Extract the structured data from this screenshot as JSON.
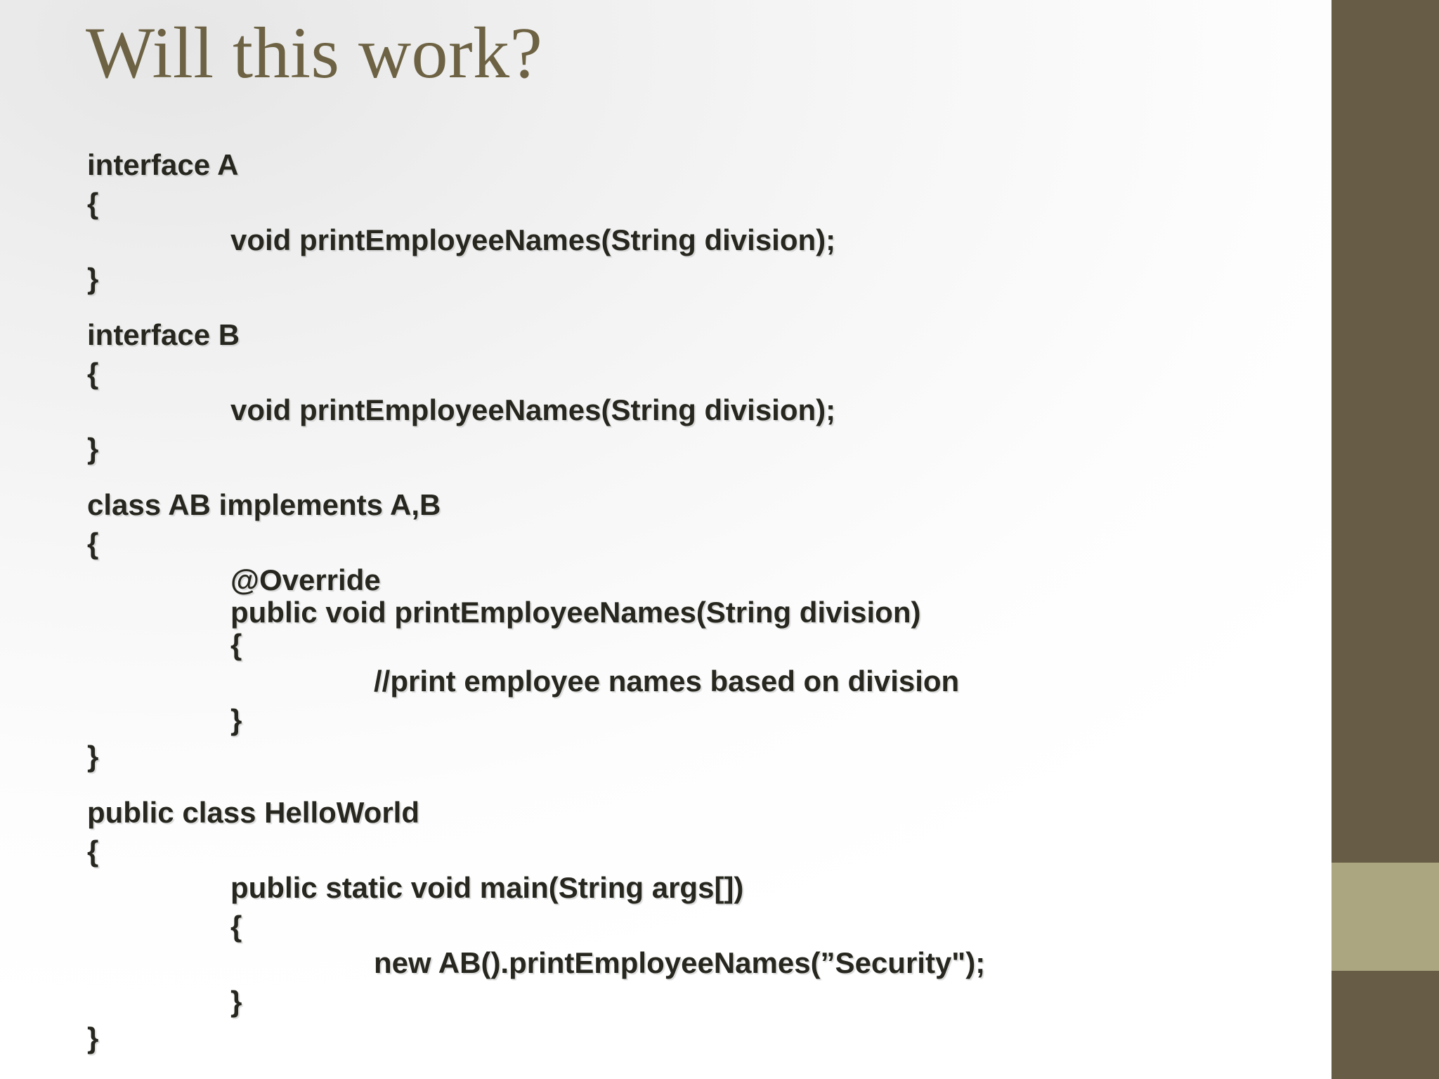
{
  "slide": {
    "title": "Will this work?",
    "title_color": "#6d6243",
    "body_text_color": "#27271f",
    "background_color": "#ffffff"
  },
  "sidebar": {
    "bar_dark_color": "#675c46",
    "bar_light_color": "#aba680"
  },
  "code": {
    "language": "java",
    "lines": [
      {
        "indent": 0,
        "text": "interface A"
      },
      {
        "indent": 0,
        "text": "{"
      },
      {
        "indent": 1,
        "text": "void printEmployeeNames(String division);"
      },
      {
        "indent": 0,
        "text": "}"
      },
      {
        "indent": 0,
        "text": ""
      },
      {
        "indent": 0,
        "text": "interface B"
      },
      {
        "indent": 0,
        "text": "{"
      },
      {
        "indent": 1,
        "text": "void printEmployeeNames(String division);"
      },
      {
        "indent": 0,
        "text": "}"
      },
      {
        "indent": 0,
        "text": ""
      },
      {
        "indent": 0,
        "text": "class AB implements A,B"
      },
      {
        "indent": 0,
        "text": "{"
      },
      {
        "indent": 1,
        "text": "@Override"
      },
      {
        "indent": 1,
        "text": "public void printEmployeeNames(String division)"
      },
      {
        "indent": 1,
        "text": "{"
      },
      {
        "indent": 2,
        "text": "//print employee names based on division"
      },
      {
        "indent": 1,
        "text": "}"
      },
      {
        "indent": 0,
        "text": "}"
      },
      {
        "indent": 0,
        "text": ""
      },
      {
        "indent": 0,
        "text": "public class HelloWorld"
      },
      {
        "indent": 0,
        "text": "{"
      },
      {
        "indent": 1,
        "text": "public static void main(String args[])"
      },
      {
        "indent": 1,
        "text": "{"
      },
      {
        "indent": 2,
        "text": "new AB().printEmployeeNames(”Security\");"
      },
      {
        "indent": 1,
        "text": "}"
      },
      {
        "indent": 0,
        "text": "}"
      }
    ]
  }
}
